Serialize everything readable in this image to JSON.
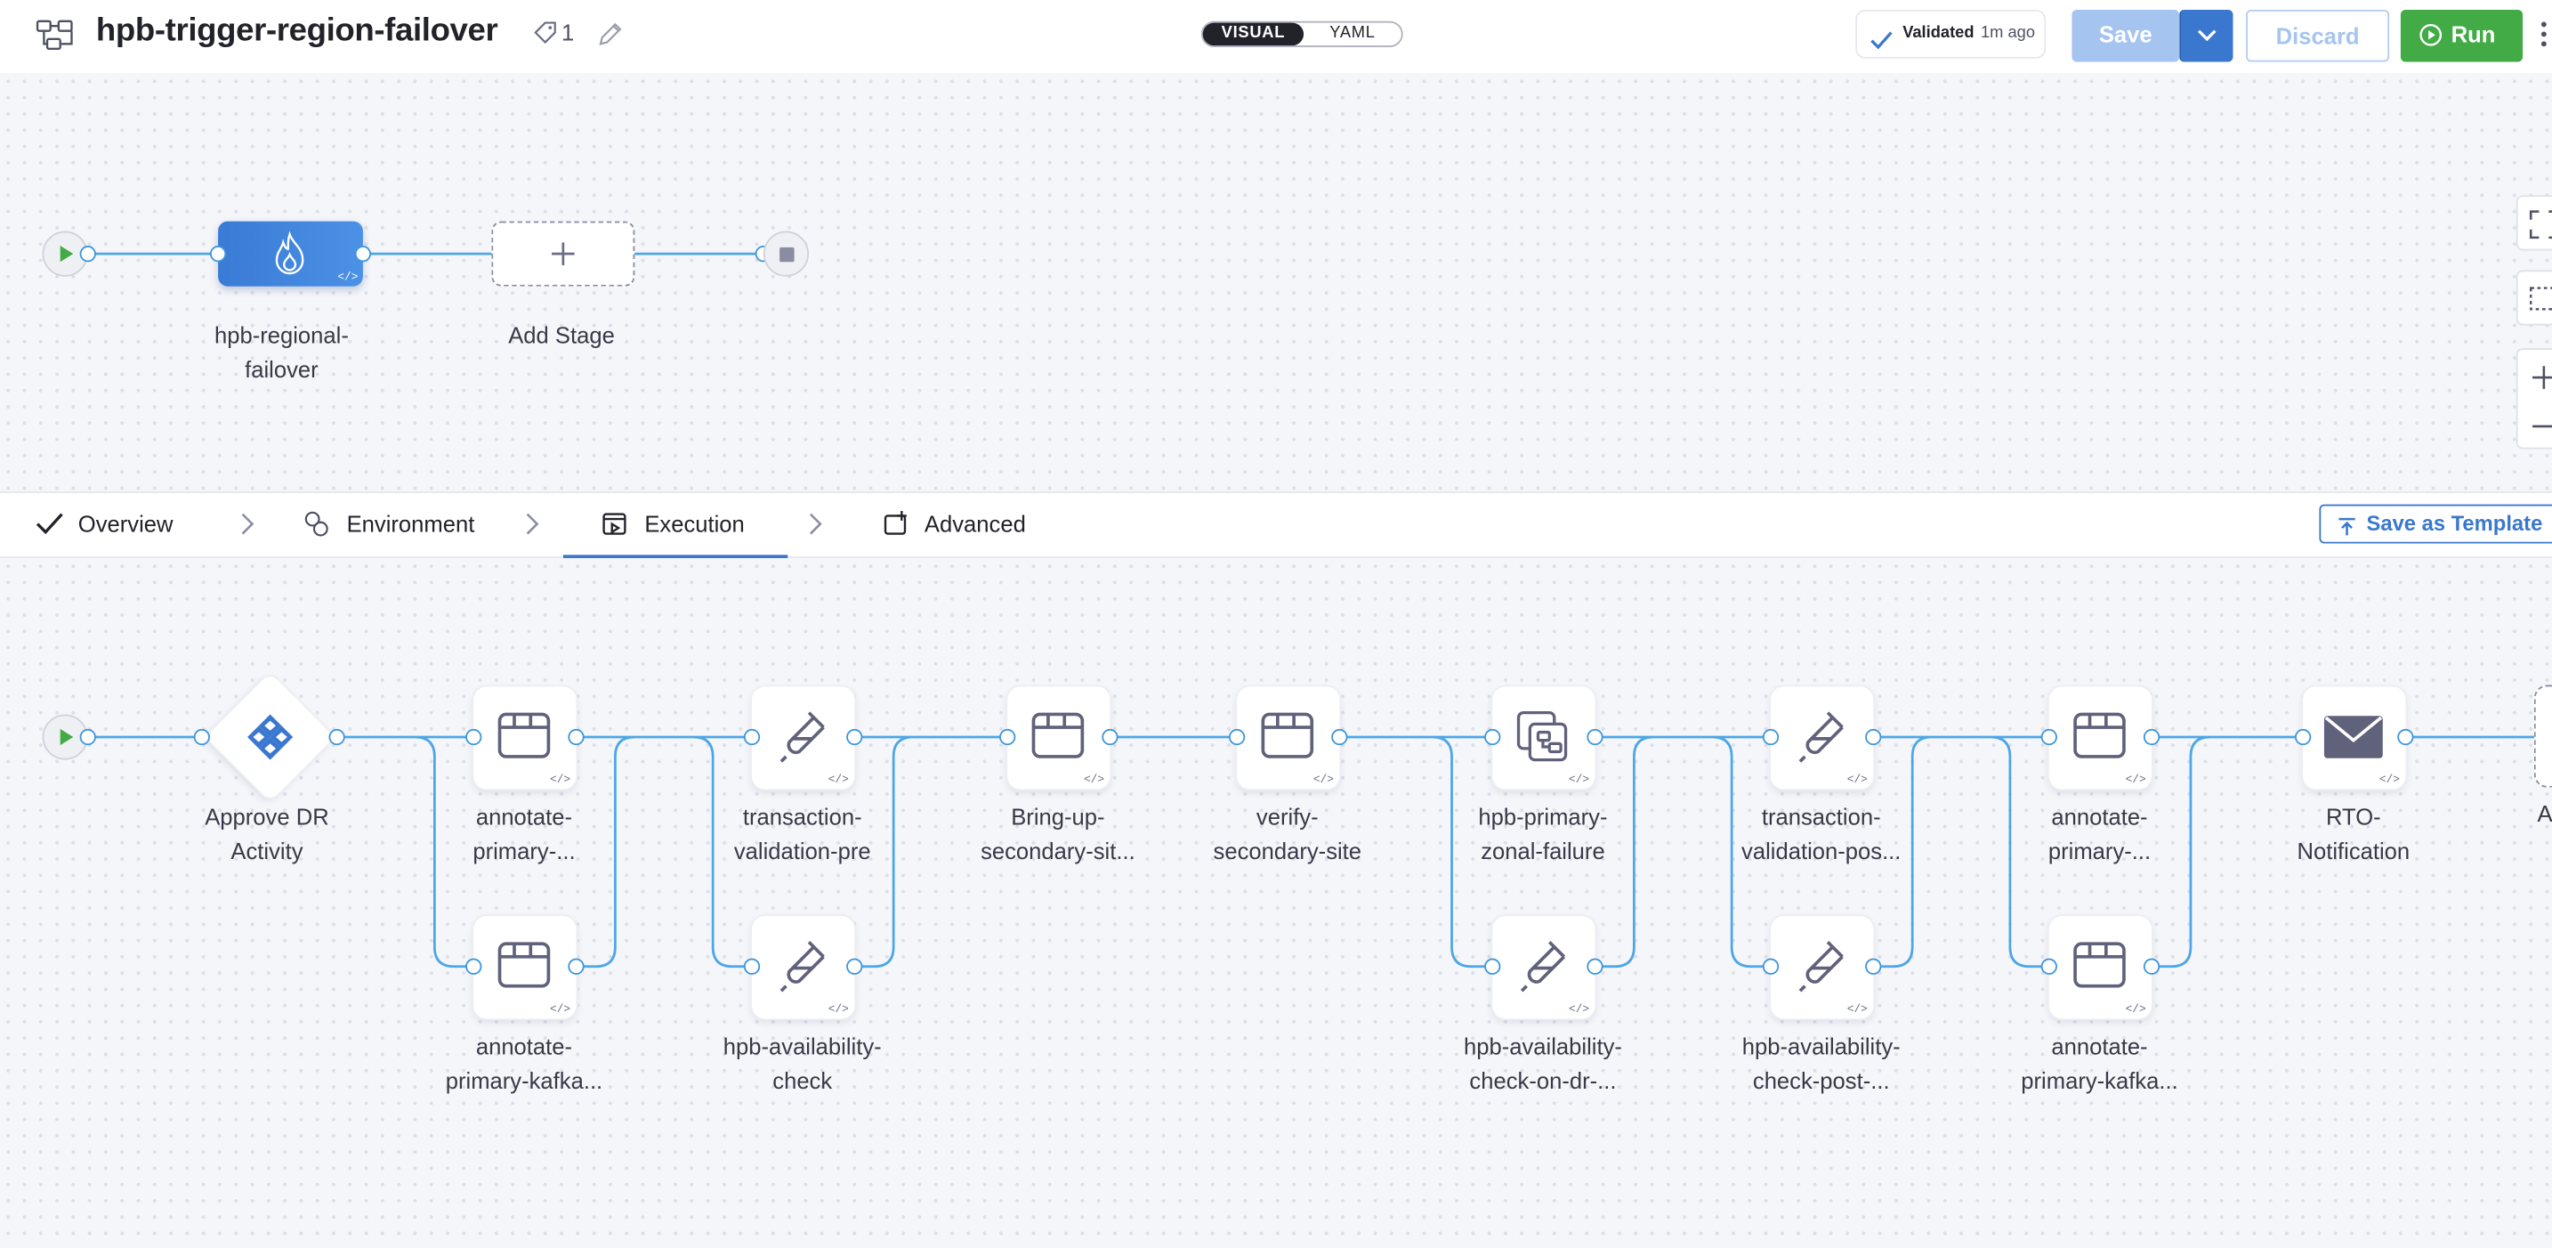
{
  "header": {
    "pipeline_name": "hpb-trigger-region-failover",
    "tag_count": "1",
    "view_toggle": {
      "visual": "VISUAL",
      "yaml": "YAML"
    },
    "validation": {
      "status": "Validated",
      "time": "1m ago"
    },
    "save_label": "Save",
    "discard_label": "Discard",
    "run_label": "Run"
  },
  "pipeline_studio": {
    "stages": [
      {
        "name": "hpb-regional-failover",
        "icon": "fire-icon"
      },
      {
        "name": "Add Stage",
        "icon": "plus-icon"
      }
    ]
  },
  "stage_tabs": {
    "tabs": [
      "Overview",
      "Environment",
      "Execution",
      "Advanced"
    ],
    "active": "Execution",
    "save_as_template": "Save as Template"
  },
  "execution": {
    "steps": [
      {
        "name": "Approve DR Activity",
        "icon": "approval-icon"
      },
      {
        "name": "annotate-primary-...",
        "icon": "browser-window-icon"
      },
      {
        "name": "annotate-primary-kafka...",
        "icon": "browser-window-icon"
      },
      {
        "name": "transaction-validation-pre",
        "icon": "test-tube-icon"
      },
      {
        "name": "hpb-availability-check",
        "icon": "test-tube-icon"
      },
      {
        "name": "Bring-up-secondary-sit...",
        "icon": "browser-window-icon"
      },
      {
        "name": "verify-secondary-site",
        "icon": "browser-window-icon"
      },
      {
        "name": "hpb-primary-zonal-failure",
        "icon": "chaos-experiment-icon"
      },
      {
        "name": "hpb-availability-check-on-dr-...",
        "icon": "test-tube-icon"
      },
      {
        "name": "transaction-validation-pos...",
        "icon": "test-tube-icon"
      },
      {
        "name": "hpb-availability-check-post-...",
        "icon": "test-tube-icon"
      },
      {
        "name": "annotate-primary-...",
        "icon": "browser-window-icon"
      },
      {
        "name": "annotate-primary-kafka...",
        "icon": "browser-window-icon"
      },
      {
        "name": "RTO-Notification",
        "icon": "envelope-icon"
      }
    ],
    "truncated_next_label": "A"
  },
  "colors": {
    "accent": "#3a78cf",
    "connector": "#4da6e6",
    "run_green": "#42ab45",
    "stage_blue": "#3b7fd8",
    "canvas_bg": "#f5f6fa"
  }
}
